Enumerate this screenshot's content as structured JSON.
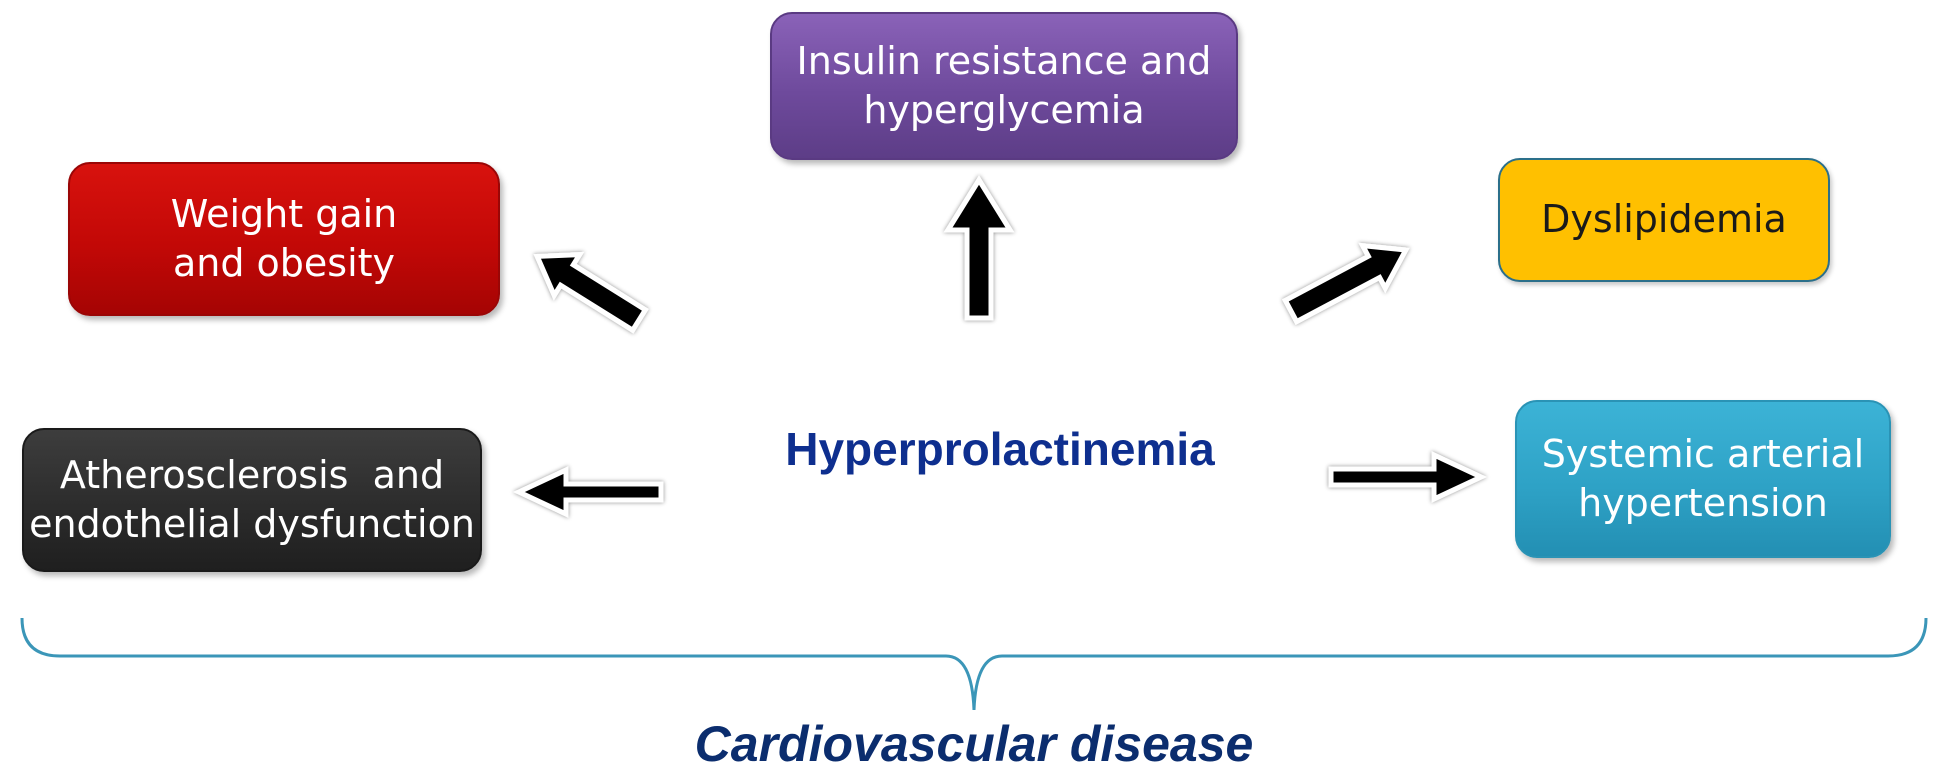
{
  "diagram": {
    "center": "Hyperprolactinemia",
    "nodes": {
      "insulin": [
        "Insulin resistance and",
        "hyperglycemia"
      ],
      "weight": [
        "Weight gain",
        "and obesity"
      ],
      "dyslipidemia": [
        "Dyslipidemia"
      ],
      "atherosclerosis": [
        "Atherosclerosis  and",
        "endothelial dysfunction"
      ],
      "hypertension": [
        "Systemic arterial",
        "hypertension"
      ]
    },
    "footer": "Cardiovascular disease"
  },
  "colors": {
    "insulin": "#6e4a9c",
    "weight": "#c20806",
    "dyslipidemia": "#ffc000",
    "atherosclerosis": "#2c2c2c",
    "hypertension": "#2ea2c6",
    "center_text": "#0e2f8f",
    "footer_text": "#0b2d6e",
    "brace": "#3b96b8",
    "arrow": "#000000"
  },
  "edges": [
    {
      "from": "Hyperprolactinemia",
      "to": "insulin"
    },
    {
      "from": "Hyperprolactinemia",
      "to": "weight"
    },
    {
      "from": "Hyperprolactinemia",
      "to": "dyslipidemia"
    },
    {
      "from": "Hyperprolactinemia",
      "to": "atherosclerosis"
    },
    {
      "from": "Hyperprolactinemia",
      "to": "hypertension"
    }
  ]
}
